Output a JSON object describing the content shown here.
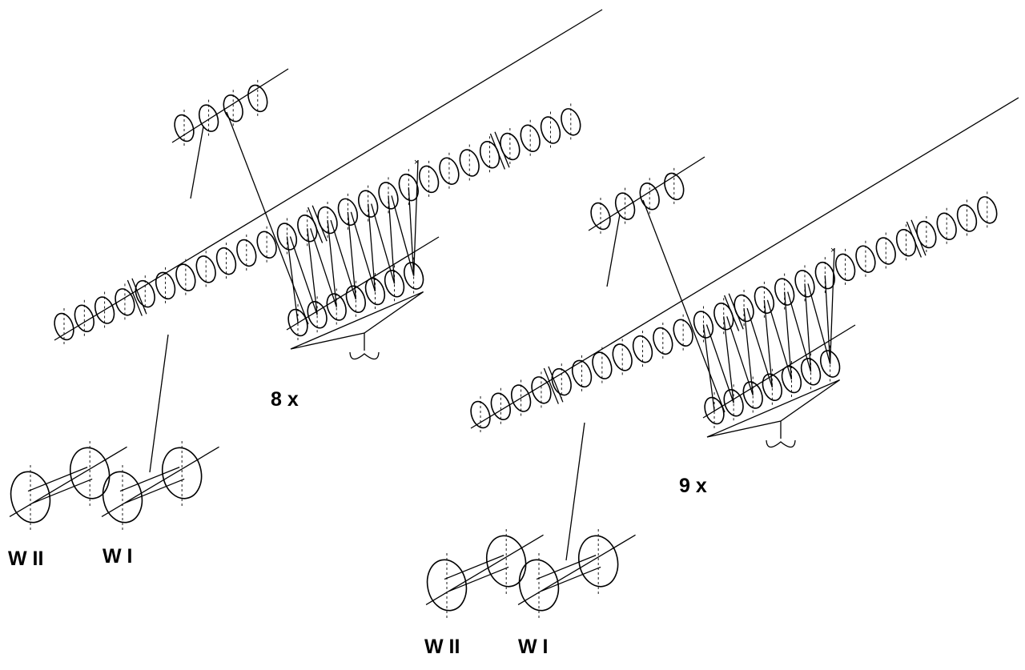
{
  "diagrams": [
    {
      "count_label": "8 x",
      "drum_left_label": "W II",
      "drum_right_label": "W I"
    },
    {
      "count_label": "9 x",
      "drum_left_label": "W II",
      "drum_right_label": "W I"
    }
  ],
  "colors": {
    "ink": "#000000",
    "background": "#ffffff"
  }
}
